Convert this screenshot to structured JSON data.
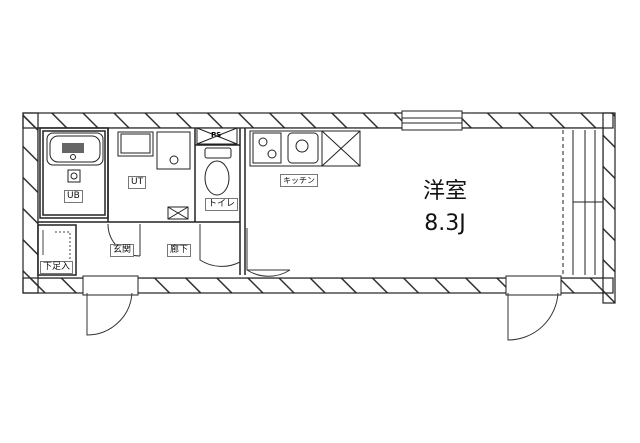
{
  "floorplan": {
    "rooms": {
      "western_room": {
        "name": "洋室",
        "size": "8.3J"
      },
      "unit_bath": "UB",
      "utility": "UT",
      "toilet": "トイレ",
      "entrance": "玄関",
      "hallway": "廊下",
      "shoe_closet": "下足入",
      "kitchen": "キッチン",
      "pipe_shaft": "PS"
    },
    "colors": {
      "line": "#222222",
      "hatch": "#444444",
      "background": "#ffffff"
    }
  }
}
